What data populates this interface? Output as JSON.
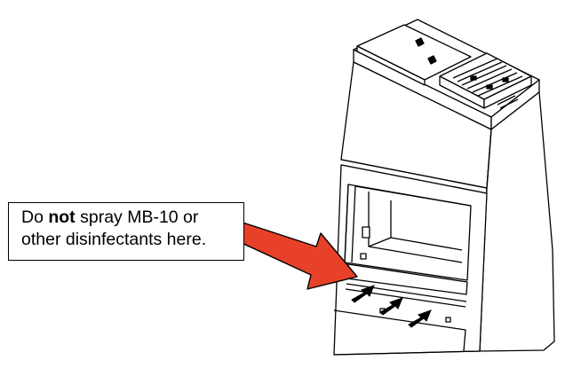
{
  "callout": {
    "line1_prefix": "Do ",
    "line1_bold": "not",
    "line1_suffix": " spray MB-10 or",
    "line2": "other disinfectants here."
  },
  "colors": {
    "arrow_fill": "#e8412a",
    "arrow_stroke": "#000000",
    "line": "#000000",
    "background": "#ffffff"
  },
  "icons": {
    "pointer_arrow": "red-arrow-icon",
    "airflow_arrows": "airflow-arrow-icon"
  }
}
